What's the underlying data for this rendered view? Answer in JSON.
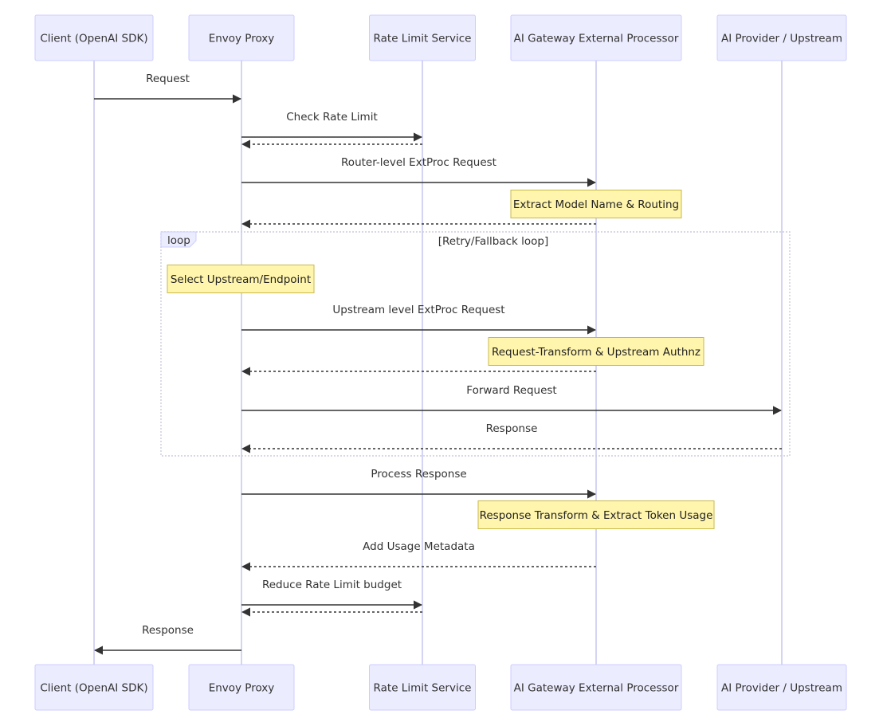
{
  "actors": [
    {
      "id": "client",
      "label": "Client (OpenAI SDK)"
    },
    {
      "id": "envoy",
      "label": "Envoy Proxy"
    },
    {
      "id": "ratelimit",
      "label": "Rate Limit Service"
    },
    {
      "id": "extproc",
      "label": "AI Gateway External Processor"
    },
    {
      "id": "upstream",
      "label": "AI Provider / Upstream"
    }
  ],
  "messages": [
    {
      "from": "client",
      "to": "envoy",
      "label": "Request",
      "style": "solid"
    },
    {
      "from": "envoy",
      "to": "ratelimit",
      "label": "Check Rate Limit",
      "style": "solid"
    },
    {
      "from": "ratelimit",
      "to": "envoy",
      "label": "",
      "style": "dashed"
    },
    {
      "from": "envoy",
      "to": "extproc",
      "label": "Router-level ExtProc Request",
      "style": "solid"
    },
    {
      "note_over": "extproc",
      "label": "Extract Model Name & Routing"
    },
    {
      "from": "extproc",
      "to": "envoy",
      "label": "",
      "style": "dashed"
    },
    {
      "loop_start": true,
      "label": "[Retry/Fallback loop]"
    },
    {
      "note_over": "envoy",
      "label": "Select Upstream/Endpoint"
    },
    {
      "from": "envoy",
      "to": "extproc",
      "label": "Upstream level ExtProc Request",
      "style": "solid"
    },
    {
      "note_over": "extproc",
      "label": "Request-Transform & Upstream Authnz"
    },
    {
      "from": "extproc",
      "to": "envoy",
      "label": "",
      "style": "dashed"
    },
    {
      "from": "envoy",
      "to": "upstream",
      "label": "Forward Request",
      "style": "solid"
    },
    {
      "from": "upstream",
      "to": "envoy",
      "label": "Response",
      "style": "dashed"
    },
    {
      "loop_end": true
    },
    {
      "from": "envoy",
      "to": "extproc",
      "label": "Process Response",
      "style": "solid"
    },
    {
      "note_over": "extproc",
      "label": "Response Transform & Extract Token Usage"
    },
    {
      "from": "extproc",
      "to": "envoy",
      "label": "Add Usage Metadata",
      "style": "dashed"
    },
    {
      "from": "envoy",
      "to": "ratelimit",
      "label": "Reduce Rate Limit budget",
      "style": "solid"
    },
    {
      "from": "ratelimit",
      "to": "envoy",
      "label": "",
      "style": "dashed"
    },
    {
      "from": "envoy",
      "to": "client",
      "label": "Response",
      "style": "solid"
    }
  ],
  "loop": {
    "keyword": "loop",
    "condition": "[Retry/Fallback loop]"
  },
  "colors": {
    "actor_fill": "#ececff",
    "actor_stroke": "#ccccff",
    "lifeline": "#d4d4f4",
    "note_fill": "#fff5ad",
    "note_stroke": "#c9b94a",
    "line": "#333333"
  }
}
